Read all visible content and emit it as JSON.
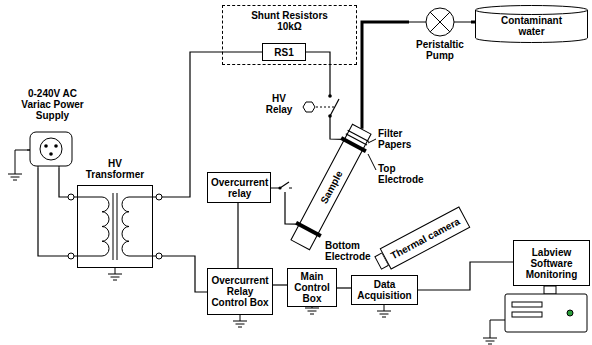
{
  "diagram": {
    "nodes": [
      {
        "text": [
          "Shunt Resistors 10kΩ"
        ]
      },
      {
        "text": [
          "RS1"
        ],
        "in": 0
      },
      {
        "text": [
          "Peristaltic Pump"
        ]
      },
      {
        "text": [
          "Contaminant water"
        ]
      },
      {
        "text": [
          "0-240V AC Variac Power Supply"
        ]
      },
      {
        "text": [
          "HV Transformer"
        ]
      },
      {
        "text": [
          "Overcurrent relay"
        ]
      },
      {
        "text": [
          "Sample"
        ]
      },
      {
        "text": [
          "Thermal camera"
        ]
      },
      {
        "text": [
          "Labview Software Monitoring"
        ]
      },
      {
        "text": [
          "Overcurrent Relay Control Box"
        ]
      },
      {
        "text": [
          "Main Control Box"
        ]
      },
      {
        "text": [
          "Data Acquisition"
        ]
      }
    ],
    "edges": [
      {
        "from": 2,
        "to": 3,
        "arrow": "none"
      },
      {
        "from": 2,
        "to": 7,
        "arrow": "none"
      },
      {
        "from": 1,
        "to": 7,
        "arrow": "none"
      },
      {
        "from": 4,
        "to": 5,
        "arrow": "none"
      },
      {
        "from": 4,
        "to": 5,
        "arrow": "none"
      },
      {
        "from": 5,
        "to": 1,
        "arrow": "none"
      },
      {
        "from": 5,
        "to": 10,
        "arrow": "none"
      },
      {
        "from": 6,
        "to": 7,
        "arrow": "none"
      },
      {
        "from": 6,
        "to": 10,
        "arrow": "none"
      },
      {
        "from": 10,
        "to": 11,
        "arrow": "none"
      },
      {
        "from": 11,
        "to": 12,
        "arrow": "none"
      },
      {
        "from": 12,
        "to": 9,
        "arrow": "none"
      }
    ],
    "labels": [
      "HV Relay",
      "Filter Papers",
      "Top Electrode",
      "Bottom Electrode"
    ]
  }
}
